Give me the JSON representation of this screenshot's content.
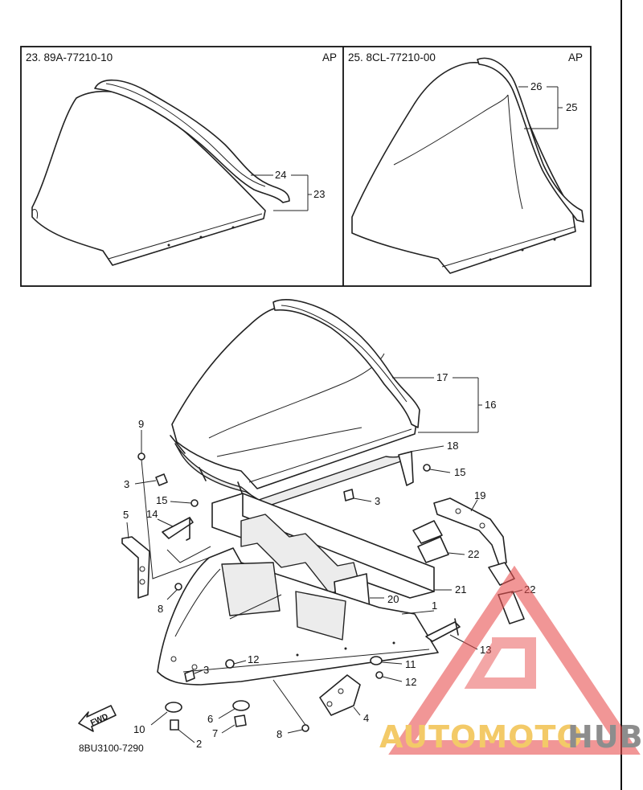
{
  "panels": {
    "left": {
      "code": "23. 89A-77210-10",
      "tag": "AP"
    },
    "right": {
      "code": "25. 8CL-77210-00",
      "tag": "AP"
    }
  },
  "callouts": {
    "p24": "24",
    "p23": "23",
    "p26": "26",
    "p25": "25",
    "p17": "17",
    "p16": "16",
    "p18": "18",
    "p9": "9",
    "p3a": "3",
    "p15a": "15",
    "p15b": "15",
    "p3b": "3",
    "p14": "14",
    "p5": "5",
    "p19": "19",
    "p22a": "22",
    "p21": "21",
    "p8a": "8",
    "p20": "20",
    "p1": "1",
    "p22b": "22",
    "p12a": "12",
    "p11": "11",
    "p3c": "3",
    "p12b": "12",
    "p13": "13",
    "p4": "4",
    "p10": "10",
    "p6": "6",
    "p7": "7",
    "p2": "2",
    "p8b": "8"
  },
  "fwd_label": "FWD",
  "diagram_code": "8BU3100-7290",
  "watermark": {
    "part1": "AUTOMOTO",
    "part2": "HUB",
    "color1": "#f2c14e",
    "color2": "#7a7a7a",
    "triangle_color": "#e85050"
  }
}
